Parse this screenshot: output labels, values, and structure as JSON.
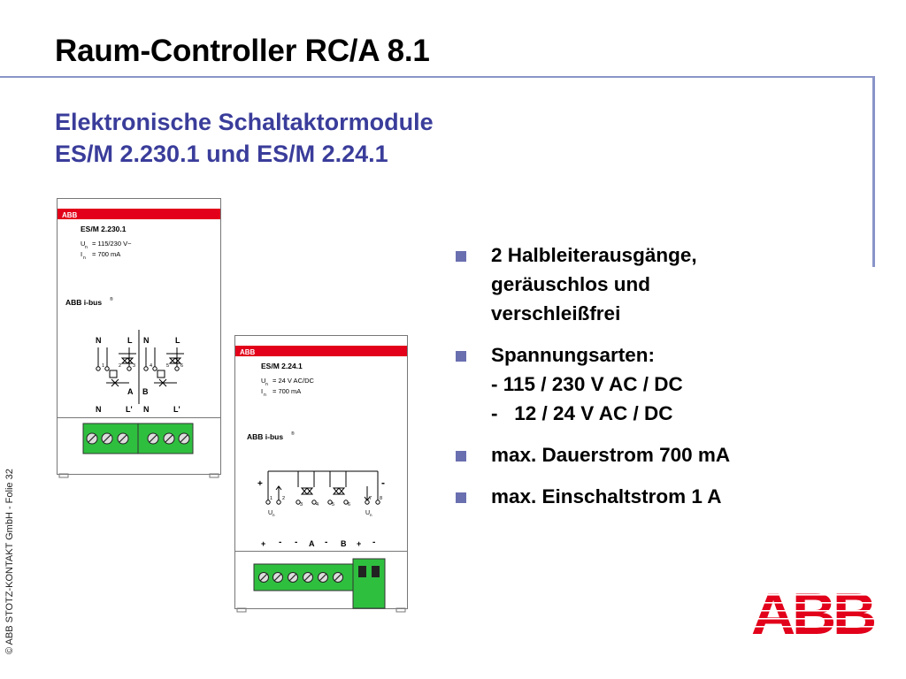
{
  "slide": {
    "title": "Raum-Controller RC/A 8.1",
    "subtitle_lines": [
      "Elektronische Schaltaktormodule",
      "ES/M 2.230.1 und ES/M 2.24.1"
    ],
    "footer": "© ABB STOTZ-KONTAKT GmbH  - Folie 32",
    "brand_color": "#3a3d9a",
    "logo_color": "#e2001a"
  },
  "bullets": [
    {
      "lines": [
        "2 Halbleiterausgänge,",
        "geräuschlos und",
        "verschleißfrei"
      ]
    },
    {
      "lines": [
        "Spannungsarten:",
        "- 115 / 230 V AC / DC",
        "-   12 / 24 V AC / DC"
      ]
    },
    {
      "lines": [
        "max. Dauerstrom 700 mA"
      ]
    },
    {
      "lines": [
        "max. Einschaltstrom 1 A"
      ]
    }
  ],
  "module1": {
    "brand": "ABB",
    "name": "ES/M 2.230.1",
    "un_label": "U",
    "un_sub": "n",
    "un_value": "= 115/230 V~",
    "in_label": "I",
    "in_sub": "n",
    "in_value": "= 700 mA",
    "bus": "ABB i-bus",
    "bus_reg": "®",
    "top_terms": [
      "N",
      "L",
      "N",
      "L"
    ],
    "pins": [
      "1",
      "2",
      "3",
      "4",
      "5",
      "6"
    ],
    "channels": [
      "A",
      "B"
    ],
    "bottom_terms": [
      "N",
      "L'",
      "N",
      "L'"
    ]
  },
  "module2": {
    "brand": "ABB",
    "name": "ES/M 2.24.1",
    "un_label": "U",
    "un_sub": "n",
    "un_value": "= 24 V AC/DC",
    "in_label": "I",
    "in_sub": "n",
    "in_value": "= 700 mA",
    "bus": "ABB i-bus",
    "bus_reg": "®",
    "plus": "+",
    "minus": "-",
    "pins": [
      "1",
      "2",
      "3",
      "4",
      "5",
      "6",
      "7",
      "8"
    ],
    "un_marks": [
      "U",
      "U"
    ],
    "un_mark_sub": "n",
    "bottom_terms": [
      "+",
      "-",
      "-",
      "A",
      "-",
      "B",
      "+",
      "-"
    ]
  },
  "logo": {
    "text": "ABB"
  }
}
